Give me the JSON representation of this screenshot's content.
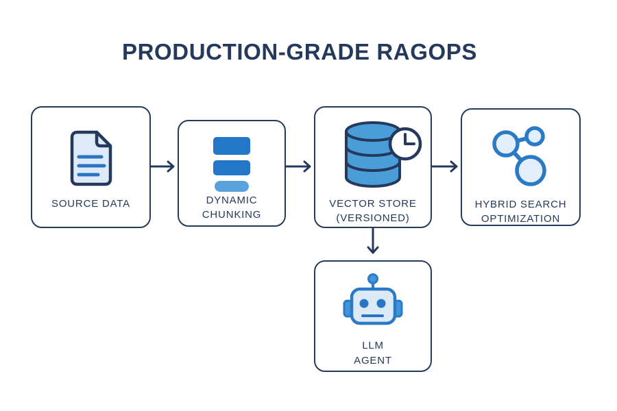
{
  "title": "PRODUCTION-GRADE RAGOPS",
  "diagram_type": "flowchart",
  "colors": {
    "navy": "#24395B",
    "icon_blue_outline": "#2B7AC5",
    "icon_blue_fill": "#4B9DDA",
    "icon_light_fill": "#E2EEFA",
    "document_fill": "#DDEBF9",
    "document_line_blue": "#2B74C4",
    "chunk_dark_blue": "#2477C6",
    "chunk_light_blue": "#58A2DD",
    "background": "#FFFFFF"
  },
  "nodes": [
    {
      "id": "source-data",
      "icon": "document-icon",
      "label_lines": [
        "SOURCE DATA"
      ]
    },
    {
      "id": "dynamic-chunking",
      "icon": "chunking-stack-icon",
      "label_lines": [
        "DYNAMIC",
        "CHUNKING"
      ]
    },
    {
      "id": "vector-store",
      "icon": "database-clock-icon",
      "label_lines": [
        "VECTOR STORE",
        "(VERSIONED)"
      ]
    },
    {
      "id": "hybrid-search-optimization",
      "icon": "network-graph-icon",
      "label_lines": [
        "HYBRID SEARCH",
        "OPTIMIZATION"
      ]
    },
    {
      "id": "llm-agent",
      "icon": "robot-icon",
      "label_lines": [
        "LLM",
        "AGENT"
      ]
    }
  ],
  "edges": [
    {
      "from": "source-data",
      "to": "dynamic-chunking",
      "direction": "right"
    },
    {
      "from": "dynamic-chunking",
      "to": "vector-store",
      "direction": "right"
    },
    {
      "from": "vector-store",
      "to": "hybrid-search-optimization",
      "direction": "right"
    },
    {
      "from": "vector-store",
      "to": "llm-agent",
      "direction": "down"
    }
  ]
}
